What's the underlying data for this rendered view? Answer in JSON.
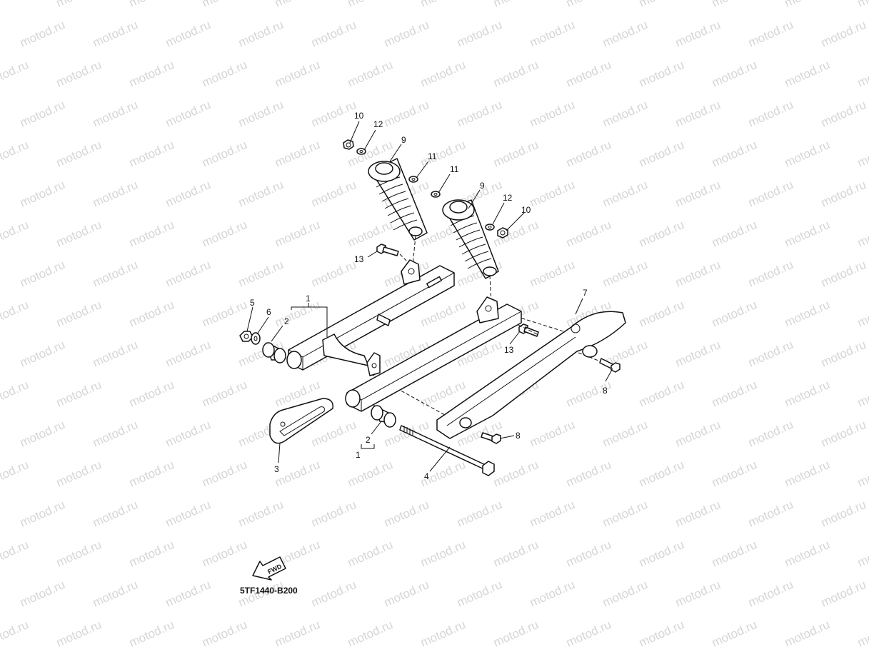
{
  "watermark": {
    "text": "motod.ru"
  },
  "diagram": {
    "code": "5TF1440-B200",
    "fwd_label": "FWD",
    "callouts": {
      "c1a": "1",
      "c1b": "1",
      "c2a": "2",
      "c2b": "2",
      "c3": "3",
      "c4": "4",
      "c5": "5",
      "c6": "6",
      "c7": "7",
      "c8a": "8",
      "c8b": "8",
      "c9a": "9",
      "c9b": "9",
      "c10a": "10",
      "c10b": "10",
      "c11a": "11",
      "c11b": "11",
      "c12a": "12",
      "c12b": "12",
      "c13a": "13",
      "c13b": "13"
    }
  }
}
